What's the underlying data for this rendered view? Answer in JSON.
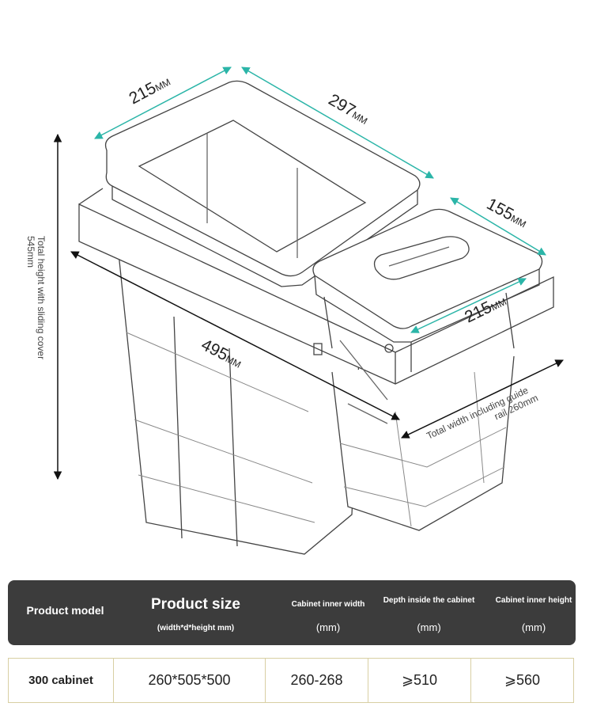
{
  "diagram": {
    "dims": {
      "top_width_value": "215",
      "top_length_value": "297",
      "small_length_value": "155",
      "small_width_value": "215",
      "depth_value": "495",
      "unit": "MM"
    },
    "height_note_line1": "Total height with sliding cover",
    "height_note_line2": "545mm",
    "width_note_line1": "Total width including guide",
    "width_note_line2": "rail 260mm"
  },
  "table": {
    "header": {
      "model": "Product model",
      "size_title": "Product size",
      "size_sub": "(width*d*height mm)",
      "width_title": "Cabinet inner width",
      "width_unit": "(mm)",
      "depth_title": "Depth inside the cabinet",
      "depth_unit": "(mm)",
      "height_title": "Cabinet inner height",
      "height_unit": "(mm)"
    },
    "row": {
      "model": "300 cabinet",
      "size": "260*505*500",
      "width": "260-268",
      "depth": "⩾510",
      "height": "⩾560"
    }
  }
}
